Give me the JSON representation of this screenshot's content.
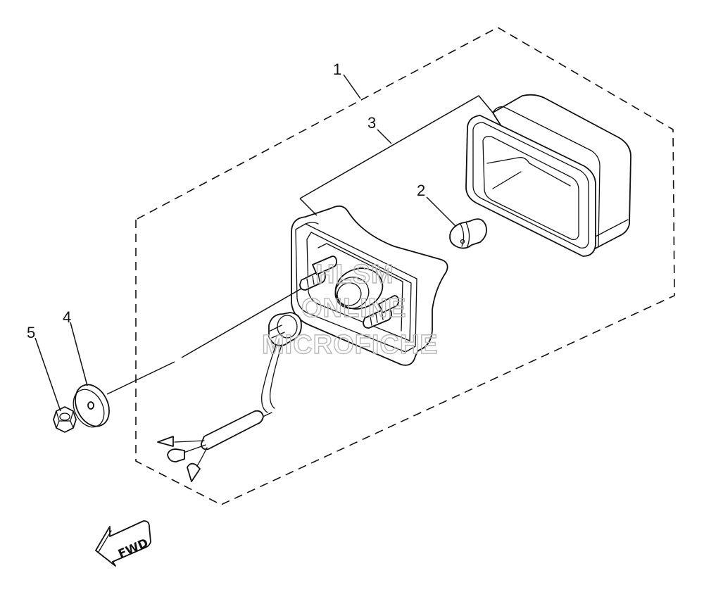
{
  "diagram": {
    "callouts": [
      {
        "id": "1",
        "label": "1"
      },
      {
        "id": "2",
        "label": "2"
      },
      {
        "id": "3",
        "label": "3"
      },
      {
        "id": "4",
        "label": "4"
      },
      {
        "id": "5",
        "label": "5"
      }
    ],
    "direction_arrow": {
      "label": "FWD"
    },
    "watermark": {
      "lines": [
        "HLSM",
        "ONLINE",
        "MICROFICHE"
      ]
    }
  }
}
